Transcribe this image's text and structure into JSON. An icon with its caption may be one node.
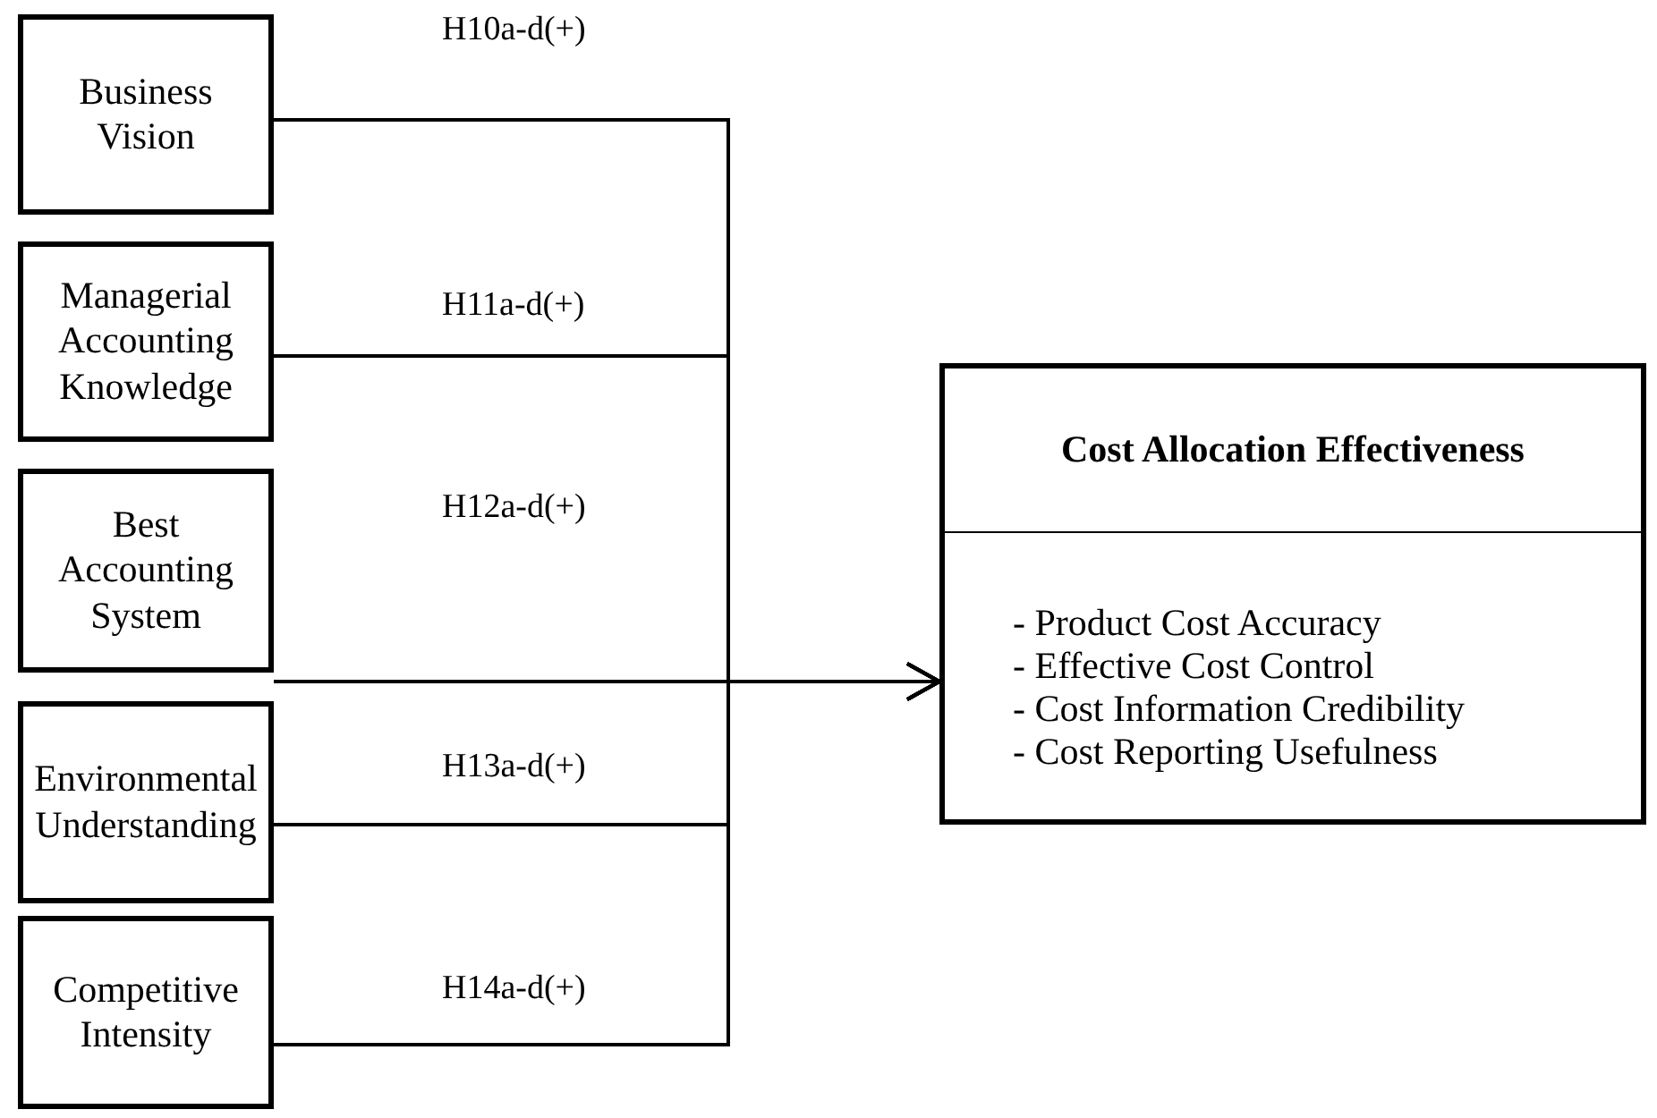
{
  "diagram": {
    "nodes": [
      {
        "text": [
          "Business Vision"
        ]
      },
      {
        "text": [
          "Managerial Accounting Knowledge"
        ]
      },
      {
        "text": [
          "Best Accounting System"
        ]
      },
      {
        "text": [
          "Environmental Understanding"
        ]
      },
      {
        "text": [
          "Competitive Intensity"
        ]
      },
      {
        "text": [
          "Cost Allocation Effectiveness",
          "- Product Cost Accuracy",
          "- Effective Cost Control",
          "- Cost Information Credibility",
          "- Cost Reporting Usefulness"
        ]
      }
    ],
    "edges": [
      {
        "from": 0,
        "to": 5,
        "arrow": "to",
        "label": "H10a-d(+)"
      },
      {
        "from": 1,
        "to": 5,
        "arrow": "to",
        "label": "H11a-d(+)"
      },
      {
        "from": 2,
        "to": 5,
        "arrow": "to",
        "label": "H12a-d(+)"
      },
      {
        "from": 3,
        "to": 5,
        "arrow": "to",
        "label": "H13a-d(+)"
      },
      {
        "from": 4,
        "to": 5,
        "arrow": "to",
        "label": "H14a-d(+)"
      }
    ]
  }
}
